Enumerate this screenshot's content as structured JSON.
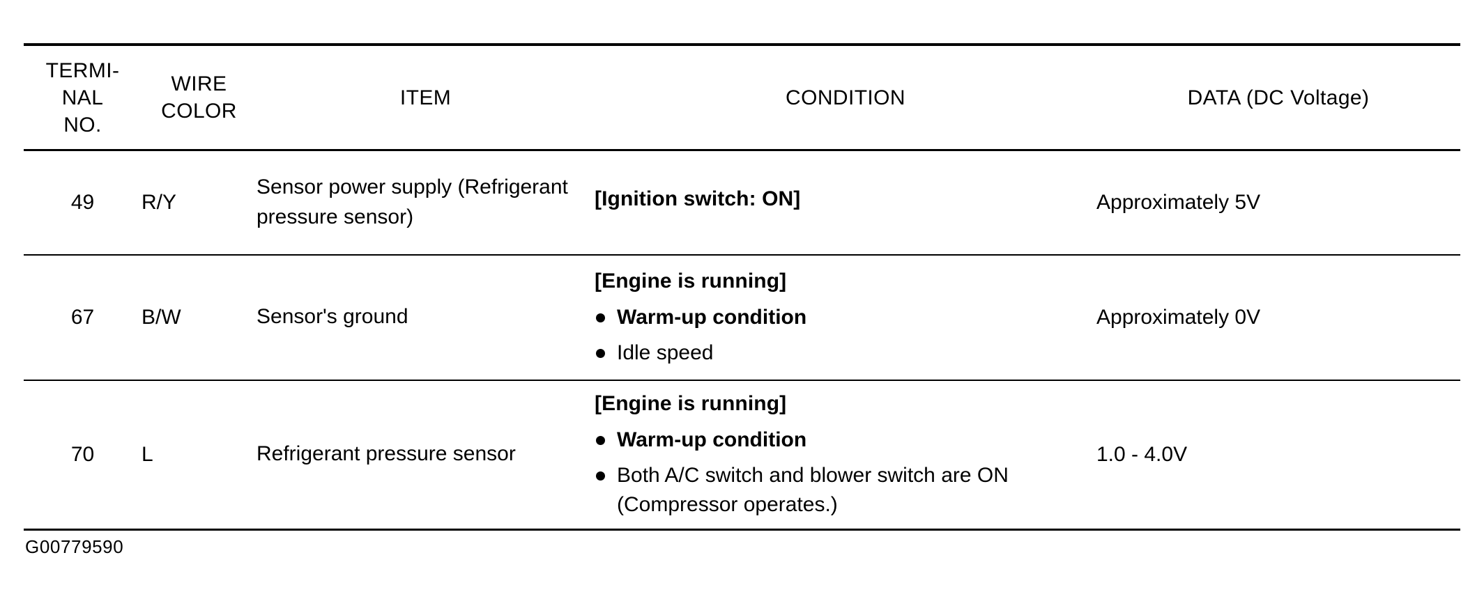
{
  "table": {
    "columns": [
      {
        "key": "terminal_no",
        "header_lines": [
          "TERMI-",
          "NAL",
          "NO."
        ]
      },
      {
        "key": "wire_color",
        "header_lines": [
          "WIRE",
          "COLOR"
        ]
      },
      {
        "key": "item",
        "header_lines": [
          "ITEM"
        ]
      },
      {
        "key": "condition",
        "header_lines": [
          "CONDITION"
        ]
      },
      {
        "key": "data",
        "header_lines": [
          "DATA (DC Voltage)"
        ]
      }
    ],
    "rows": [
      {
        "terminal_no": "49",
        "wire_color": "R/Y",
        "item": "Sensor power supply (Refrigerant pressure sensor)",
        "condition": {
          "heading": "[Ignition switch: ON]",
          "bullets": []
        },
        "data": "Approximately 5V"
      },
      {
        "terminal_no": "67",
        "wire_color": "B/W",
        "item": "Sensor's ground",
        "condition": {
          "heading": "[Engine is running]",
          "bullets": [
            {
              "text": "Warm-up condition",
              "bold": true
            },
            {
              "text": "Idle speed",
              "bold": false
            }
          ]
        },
        "data": "Approximately 0V"
      },
      {
        "terminal_no": "70",
        "wire_color": "L",
        "item": "Refrigerant pressure sensor",
        "condition": {
          "heading": "[Engine is running]",
          "bullets": [
            {
              "text": "Warm-up condition",
              "bold": true
            },
            {
              "text": "Both A/C switch and blower switch are ON",
              "continuation": "(Compressor operates.)",
              "bold": false
            }
          ]
        },
        "data": "1.0 - 4.0V"
      }
    ]
  },
  "figure_id": "G00779590"
}
